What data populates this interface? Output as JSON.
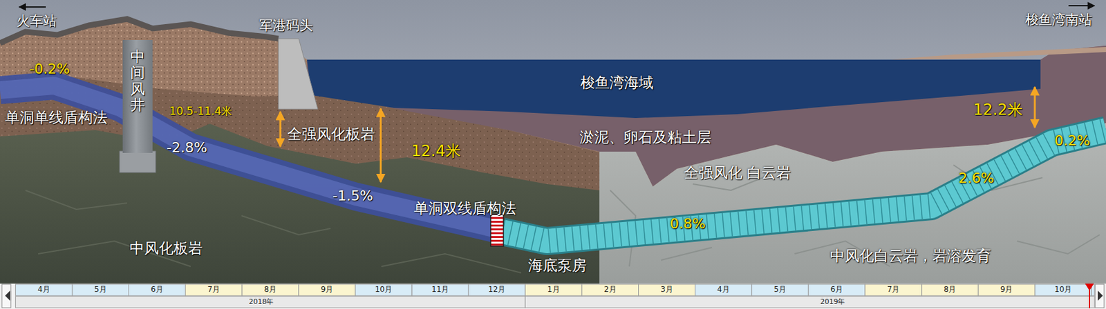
{
  "diagram": {
    "nodes": [
      {
        "text": [
          "梭鱼湾海域"
        ]
      },
      {
        "text": [
          "中间风井"
        ]
      }
    ],
    "labels": [
      "火车站",
      "军港码头",
      "梭鱼湾南站",
      "-0.2%",
      "10.5-11.4米",
      "单洞单线盾构法",
      "-2.8%",
      "全强风化板岩",
      "12.4米",
      "-1.5%",
      "淤泥、卵石及粘土层",
      "全强风化 白云岩",
      "12.2米",
      "0.2%",
      "2.6%",
      "0.8%",
      "单洞双线盾构法",
      "中风化板岩",
      "海底泵房",
      "中风化白云岩，岩溶发育",
      "4月",
      "5月",
      "6月",
      "7月",
      "8月",
      "9月",
      "10月",
      "11月",
      "12月",
      "1月",
      "2月",
      "3月",
      "4月",
      "5月",
      "6月",
      "7月",
      "8月",
      "9月",
      "10月",
      "2018年",
      "2019年"
    ]
  }
}
